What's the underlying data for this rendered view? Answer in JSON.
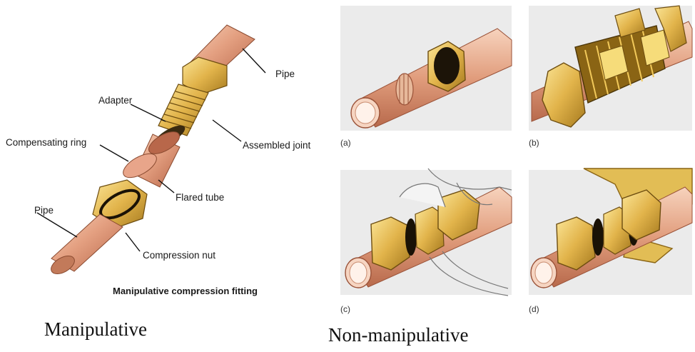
{
  "left_figure": {
    "labels": {
      "pipe_top": "Pipe",
      "adapter": "Adapter",
      "compensating_ring": "Compensating ring",
      "assembled_joint": "Assembled joint",
      "pipe_bottom": "Pipe",
      "flared_tube": "Flared tube",
      "compression_nut": "Compression nut"
    },
    "title": "Manipulative compression fitting"
  },
  "panels": {
    "a": "(a)",
    "b": "(b)",
    "c": "(c)",
    "d": "(d)"
  },
  "captions": {
    "left": "Manipulative",
    "right": "Non-manipulative"
  },
  "colors": {
    "copper_light": "#f4c2a4",
    "copper_mid": "#d98f6c",
    "copper_dark": "#b8674a",
    "brass_light": "#f6dc7a",
    "brass_mid": "#d9a93b",
    "brass_dark": "#8a6414",
    "panel_bg": "#ebebeb",
    "olive": "#e7b89a"
  }
}
